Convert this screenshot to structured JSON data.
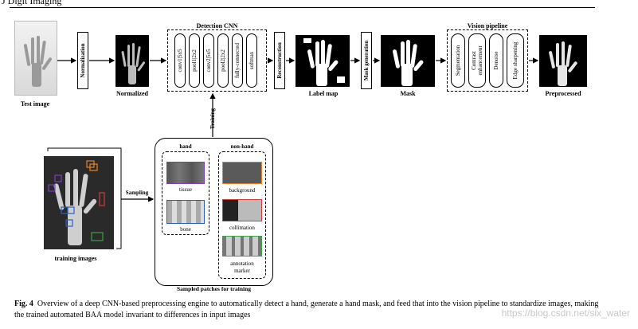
{
  "header": {
    "running_head": "J Digit Imaging"
  },
  "figure": {
    "test_image_label": "Test image",
    "normalized_label": "Normalized",
    "normalization_step": "Normalization",
    "cnn": {
      "title": "Detection CNN",
      "layers": [
        "conv1|5x5",
        "pool1|2x2",
        "conv2|5x5",
        "pool2|2x2",
        "fully-connected",
        "softmax"
      ]
    },
    "reconstruction_step": "Reconstruction",
    "label_map_label": "Label map",
    "mask_generation_step": "Mask generation",
    "mask_label": "Mask",
    "vision": {
      "title": "Vision pipeline",
      "steps": [
        "Segmentation",
        "Contrast enhancement",
        "Denoise",
        "Edge sharpening"
      ]
    },
    "preprocessed_label": "Preprocessed",
    "training_label": "Training",
    "sampling_label": "Sampling",
    "training_images_label": "training images",
    "patches": {
      "title": "Sampled patches for training",
      "hand_header": "hand",
      "nonhand_header": "non-hand",
      "hand_items": [
        "tissue",
        "bone"
      ],
      "nonhand_items": [
        "background",
        "collimation",
        "annotation marker"
      ]
    }
  },
  "caption": {
    "label": "Fig. 4",
    "text": "Overview of a deep CNN-based preprocessing engine to automatically detect a hand, generate a hand mask, and feed that into the vision pipeline to standardize images, making the trained automated BAA model invariant to differences in input images"
  },
  "watermark": "https://blog.csdn.net/six_water",
  "colors": {
    "purple": "#7b3fbf",
    "orange": "#e8832a",
    "red": "#d63a3a",
    "blue": "#2f5fbf",
    "green": "#3fa04a"
  }
}
